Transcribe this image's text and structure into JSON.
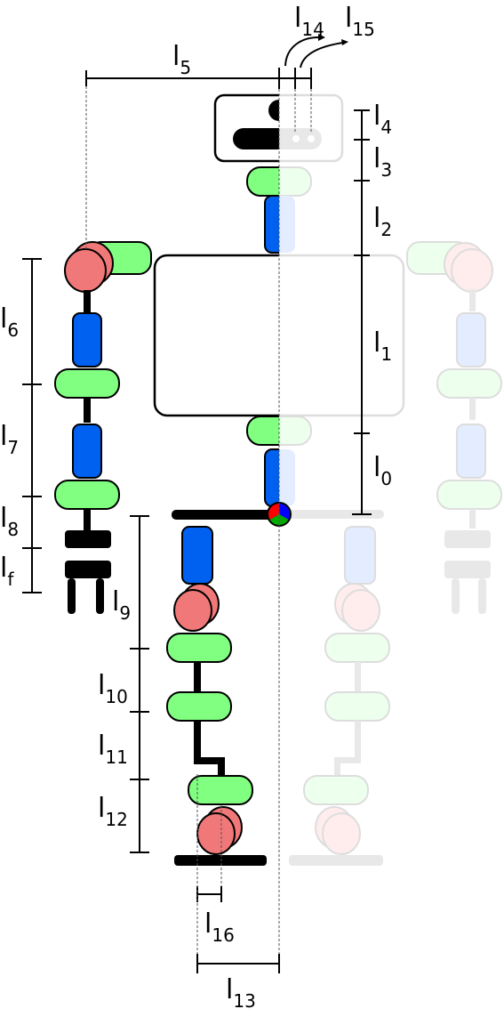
{
  "colors": {
    "joint_green": "#80ff80",
    "joint_blue": "#0060f0",
    "joint_red": "#f07878",
    "link_black": "#000000",
    "ghost_gray": "#d9d9d9",
    "outline": "#000000",
    "origin_red": "#ff0000",
    "origin_green": "#00aa00",
    "origin_blue": "#0000ff"
  },
  "labels": {
    "l0": {
      "main": "l",
      "sub": "0"
    },
    "l1": {
      "main": "l",
      "sub": "1"
    },
    "l2": {
      "main": "l",
      "sub": "2"
    },
    "l3": {
      "main": "l",
      "sub": "3"
    },
    "l4": {
      "main": "l",
      "sub": "4"
    },
    "l5": {
      "main": "l",
      "sub": "5"
    },
    "l6": {
      "main": "l",
      "sub": "6"
    },
    "l7": {
      "main": "l",
      "sub": "7"
    },
    "l8": {
      "main": "l",
      "sub": "8"
    },
    "lf": {
      "main": "l",
      "sub": "f"
    },
    "l9": {
      "main": "l",
      "sub": "9"
    },
    "l10": {
      "main": "l",
      "sub": "10"
    },
    "l11": {
      "main": "l",
      "sub": "11"
    },
    "l12": {
      "main": "l",
      "sub": "12"
    },
    "l13": {
      "main": "l",
      "sub": "13"
    },
    "l14": {
      "main": "l",
      "sub": "14"
    },
    "l15": {
      "main": "l",
      "sub": "15"
    },
    "l16": {
      "main": "l",
      "sub": "16"
    }
  }
}
